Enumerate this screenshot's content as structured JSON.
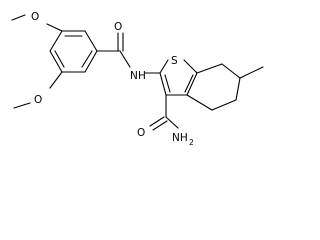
{
  "molecule": {
    "atoms": {
      "o_methoxy_top": "O",
      "o_methoxy_bottom": "O",
      "o_carbonyl_amide": "O",
      "nh_amide": "N",
      "h_amide": "H",
      "s_thiophene": "S",
      "o_carboxamide": "O",
      "nh2_carboxamide": "NH",
      "nh2_subscript": "2"
    },
    "colors": {
      "bond": "#000000",
      "label": "#000000",
      "background": "#ffffff"
    }
  }
}
